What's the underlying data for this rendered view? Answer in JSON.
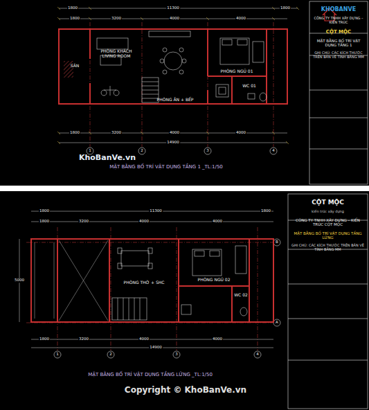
{
  "diagram": {
    "nodes": [
      {
        "text": [
          "SÂN"
        ]
      },
      {
        "text": [
          "PHÒNG KHÁCH",
          "LIVING ROOM"
        ]
      },
      {
        "text": [
          "PHÒNG ĂN + BẾP"
        ]
      },
      {
        "text": [
          "PHÒNG NGỦ 01"
        ]
      },
      {
        "text": [
          "WC 01"
        ]
      },
      {
        "text": [
          "KHOBANVE",
          "CÔNG TY TNHH XÂY DỰNG – KIẾN TRÚC",
          "CỘT MỘC",
          "MẶT BẰNG BỐ TRÍ VẬT DỤNG TẦNG 1",
          "GHI CHÚ: CÁC KÍCH THƯỚC TRÊN BẢN VẼ TÍNH BẰNG MM"
        ]
      },
      {
        "text": [
          "PHÒNG THỜ + SHC"
        ]
      },
      {
        "text": [
          "PHÒNG NGỦ 02"
        ]
      },
      {
        "text": [
          "WC 02"
        ]
      },
      {
        "text": [
          "CỘT MỘC",
          "kiến trúc xây dựng",
          "CÔNG TY TNHH XÂY DỰNG – KIẾN TRÚC CỘT MỘC",
          "MẶT BẰNG BỐ TRÍ VẬT DỤNG TẦNG LỬNG",
          "GHI CHÚ: CÁC KÍCH THƯỚC TRÊN BẢN VẼ TÍNH BẰNG MM"
        ]
      }
    ],
    "labels": [
      "1800",
      "11300",
      "1800",
      "1800",
      "3200",
      "4000",
      "4000",
      "1800",
      "3200",
      "4000",
      "4000",
      "14900",
      "1",
      "2",
      "3",
      "4",
      "MẶT BẰNG BỐ TRÍ VẬT DỤNG TẦNG 1 _TL:1/50",
      "KhoBanVe.vn",
      "1800",
      "11300",
      "1800",
      "1800",
      "3200",
      "4000",
      "4000",
      "5000",
      "1800",
      "3200",
      "4000",
      "4000",
      "14900",
      "1",
      "2",
      "3",
      "4",
      "B",
      "A",
      "MẶT BẰNG BỐ TRÍ VẬT DỤNG TẦNG LỬNG _TL:1/50",
      "Copyright © KhoBanVe.vn"
    ]
  }
}
